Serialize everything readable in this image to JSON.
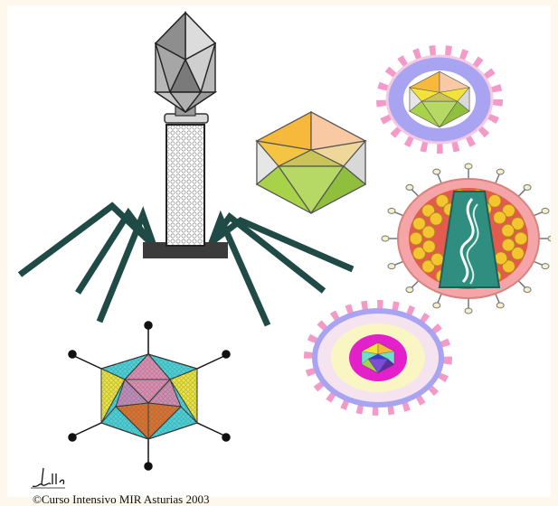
{
  "figure": {
    "caption": "©Curso Intensivo MIR Asturias 2003",
    "artist_signature": "J. Mulló"
  },
  "illustrations": [
    {
      "id": "bacteriophage",
      "icon": "bacteriophage-icon"
    },
    {
      "id": "icosahedral-capsid",
      "icon": "icosahedron-icon"
    },
    {
      "id": "enveloped-virus-top",
      "icon": "enveloped-virus-icon"
    },
    {
      "id": "hiv-virion",
      "icon": "retrovirus-icon"
    },
    {
      "id": "enveloped-virus-bottom",
      "icon": "enveloped-virus-icon"
    },
    {
      "id": "adenovirus",
      "icon": "adenovirus-icon"
    }
  ],
  "colors": {
    "background": "#fdf7ec",
    "phage_head": "#b8b8b8",
    "phage_legs": "#1f4a45",
    "capsid_yellow": "#f2e23a",
    "capsid_orange": "#f6b93b",
    "capsid_green": "#a8d24a",
    "envelope_pink": "#f49ac8",
    "envelope_lavender": "#a9a4f2",
    "adenovirus_cyan": "#4fd0d6",
    "adenovirus_orange": "#e2702c",
    "adenovirus_pink": "#e58bb0",
    "hiv_yellow": "#f4c431",
    "hiv_core": "#2f8e7f",
    "hiv_membrane": "#f5a5a8"
  }
}
